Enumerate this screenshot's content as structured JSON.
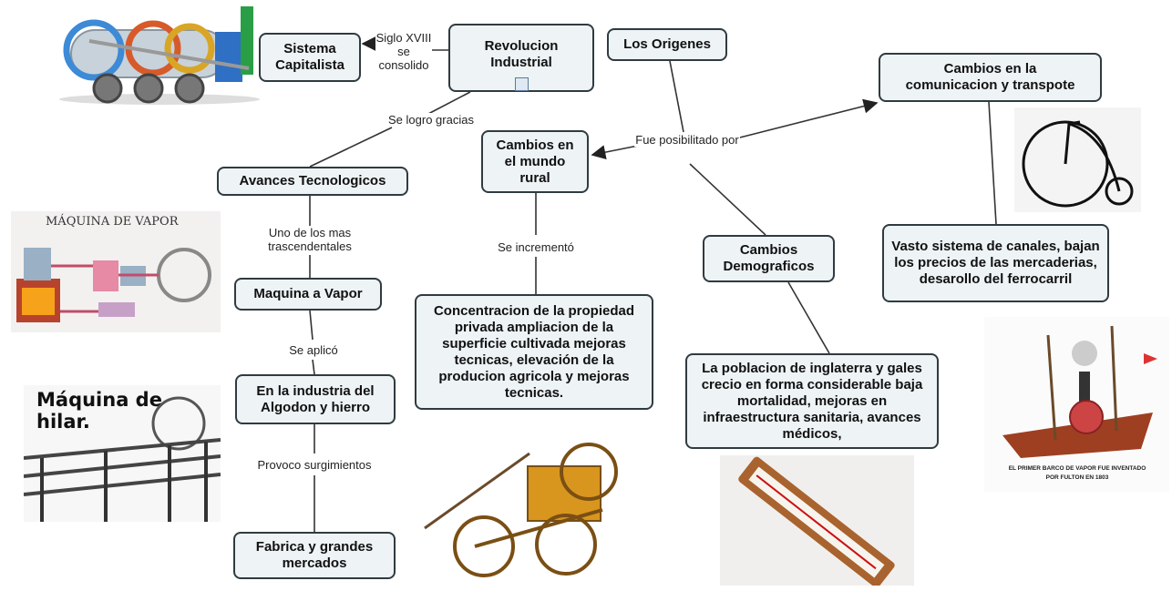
{
  "nodes": {
    "revolucion": "Revolucion Industrial",
    "sistema": "Sistema Capitalista",
    "origenes": "Los Origenes",
    "comunicacion": "Cambios en la comunicacion y transpote",
    "avances": "Avances Tecnologicos",
    "rural": "Cambios en el mundo rural",
    "demograficos": "Cambios Demograficos",
    "canales": "Vasto sistema de canales, bajan los precios de las mercaderias, desarollo del ferrocarril",
    "maquina": "Maquina a Vapor",
    "algodon": "En la industria del Algodon y hierro",
    "concentracion": "Concentracion de la propiedad privada ampliacion de la superficie cultivada mejoras tecnicas, elevación de la producion agricola y mejoras tecnicas.",
    "poblacion": "La poblacion de inglaterra y gales crecio en forma considerable baja mortalidad, mejoras en infraestructura sanitaria, avances médicos,",
    "fabrica": "Fabrica y grandes mercados"
  },
  "links": {
    "siglo": "Siglo XVIII se consolido",
    "logro": "Se logro gracias",
    "posibilitado": "Fue posibilitado por",
    "trascendentales": "Uno de los mas trascendentales",
    "incremento": "Se incrementó",
    "aplico": "Se aplicó",
    "provoco": "Provoco surgimientos"
  },
  "images": {
    "vapor_caption": "MÁQUINA DE VAPOR",
    "hilar_caption": "Máquina de hilar.",
    "barco_caption": "EL PRIMER BARCO DE VAPOR FUE INVENTADO POR FULTON EN 1803"
  }
}
